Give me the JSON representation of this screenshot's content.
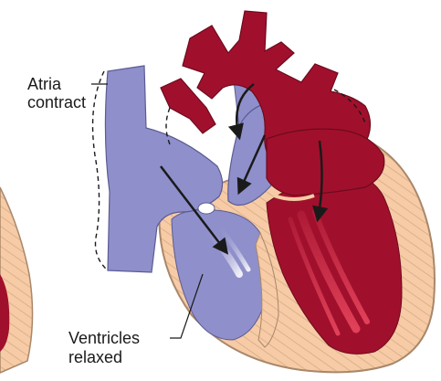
{
  "labels": {
    "atria_line1": "Atria",
    "atria_line2": "contract",
    "ventricles_line1": "Ventricles",
    "ventricles_line2": "relaxed"
  },
  "colors": {
    "deoxygenated": "#8f8fcb",
    "oxygenated": "#a0102c",
    "heart_wall": "#f6cba5",
    "wall_stroke": "#a9876a",
    "outline": "#1a1a1a"
  }
}
